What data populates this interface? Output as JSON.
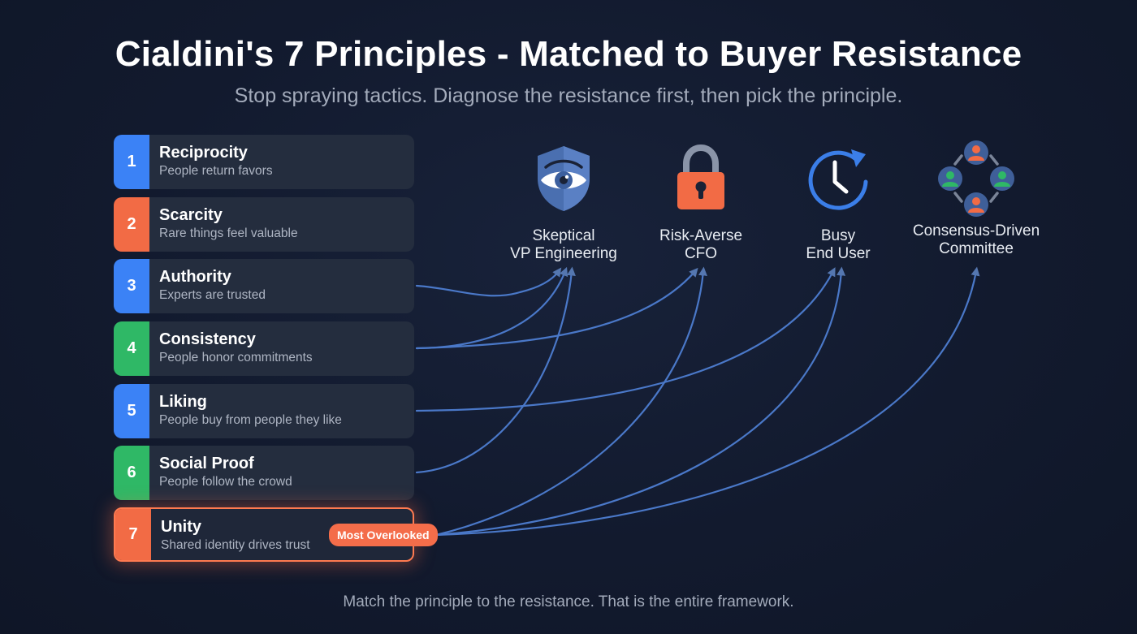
{
  "header": {
    "title": "Cialdini's 7 Principles - Matched to Buyer Resistance",
    "subtitle": "Stop spraying tactics. Diagnose the resistance first, then pick the principle."
  },
  "principles": [
    {
      "number": "1",
      "name": "Reciprocity",
      "description": "People return favors",
      "color": "#3b82f6"
    },
    {
      "number": "2",
      "name": "Scarcity",
      "description": "Rare things feel valuable",
      "color": "#f26b45"
    },
    {
      "number": "3",
      "name": "Authority",
      "description": "Experts are trusted",
      "color": "#3b82f6"
    },
    {
      "number": "4",
      "name": "Consistency",
      "description": "People honor commitments",
      "color": "#2fb866"
    },
    {
      "number": "5",
      "name": "Liking",
      "description": "People buy from people they like",
      "color": "#3b82f6"
    },
    {
      "number": "6",
      "name": "Social Proof",
      "description": "People follow the crowd",
      "color": "#2fb866"
    },
    {
      "number": "7",
      "name": "Unity",
      "description": "Shared identity drives trust",
      "color": "#f26b45",
      "badge": "Most Overlooked"
    }
  ],
  "personas": [
    {
      "icon": "shield-eye-icon",
      "line1": "Skeptical",
      "line2": "VP Engineering"
    },
    {
      "icon": "padlock-icon",
      "line1": "Risk-Averse",
      "line2": "CFO"
    },
    {
      "icon": "clock-refresh-icon",
      "line1": "Busy",
      "line2": "End User"
    },
    {
      "icon": "group-consensus-icon",
      "line1": "Consensus-Driven",
      "line2": "Committee"
    }
  ],
  "connections": [
    {
      "from": "Authority",
      "to": "Skeptical VP Engineering"
    },
    {
      "from": "Consistency",
      "to": "Skeptical VP Engineering"
    },
    {
      "from": "Consistency",
      "to": "Risk-Averse CFO"
    },
    {
      "from": "Liking",
      "to": "Busy End User"
    },
    {
      "from": "Social Proof",
      "to": "Skeptical VP Engineering"
    },
    {
      "from": "Unity",
      "to": "Risk-Averse CFO"
    },
    {
      "from": "Unity",
      "to": "Busy End User"
    },
    {
      "from": "Unity",
      "to": "Consensus-Driven Committee"
    }
  ],
  "footer": "Match the principle to the resistance. That is the entire framework.",
  "colors": {
    "background": "#131b2f",
    "card": "#242d3e",
    "blue": "#3b82f6",
    "orange": "#f26b45",
    "green": "#2fb866",
    "link": "#4a78c8"
  }
}
